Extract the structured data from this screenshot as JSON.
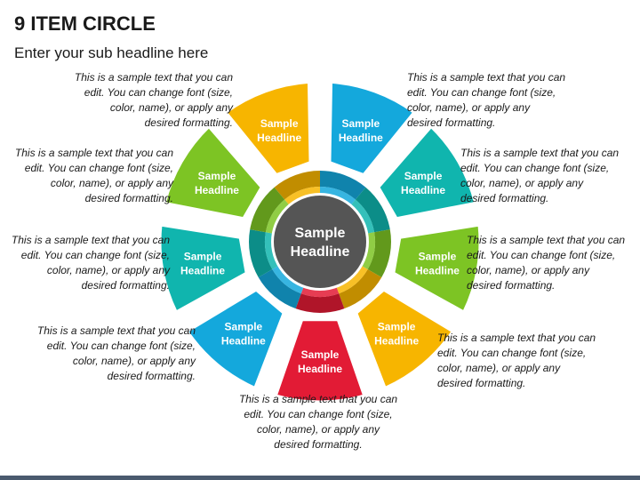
{
  "header": {
    "title": "9 ITEM CIRCLE",
    "subtitle": "Enter your sub headline here"
  },
  "hub": {
    "line1": "Sample",
    "line2": "Headline",
    "color": "#555555"
  },
  "items": [
    {
      "line1": "Sample",
      "line2": "Headline",
      "color": "#F7B500",
      "text": "This is a sample text that you can edit. You can change font (size, color, name), or apply any desired formatting."
    },
    {
      "line1": "Sample",
      "line2": "Headline",
      "color": "#14A8DC",
      "text": "This is a sample text that you can edit. You can change font (size, color, name), or apply any desired formatting."
    },
    {
      "line1": "Sample",
      "line2": "Headline",
      "color": "#10B5AE",
      "text": "This is a sample text that you can edit. You can change font (size, color, name), or apply any desired formatting."
    },
    {
      "line1": "Sample",
      "line2": "Headline",
      "color": "#7DC424",
      "text": "This is a sample text that you can edit. You can change font (size, color, name), or apply any desired formatting."
    },
    {
      "line1": "Sample",
      "line2": "Headline",
      "color": "#F7B500",
      "text": "This is a sample text that you can edit. You can change font (size, color, name), or apply any desired formatting."
    },
    {
      "line1": "Sample",
      "line2": "Headline",
      "color": "#E21B35",
      "text": "This is a sample text that you can edit. You can change font (size, color, name), or apply any desired formatting."
    },
    {
      "line1": "Sample",
      "line2": "Headline",
      "color": "#14A8DC",
      "text": "This is a sample text that you can edit. You can change font (size, color, name), or apply any desired formatting."
    },
    {
      "line1": "Sample",
      "line2": "Headline",
      "color": "#10B5AE",
      "text": "This is a sample text that you can edit. You can change font (size, color, name), or apply any desired formatting."
    },
    {
      "line1": "Sample",
      "line2": "Headline",
      "color": "#7DC424",
      "text": "This is a sample text that you can edit. You can change font (size, color, name), or apply any desired formatting."
    }
  ]
}
